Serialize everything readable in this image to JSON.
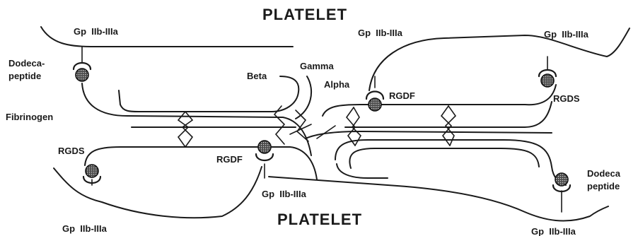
{
  "platelet_top": "PLATELET",
  "platelet_bottom": "PLATELET",
  "receptor_label": "Gp  IIb-IIIa",
  "chains": {
    "beta": "Beta",
    "gamma": "Gamma",
    "alpha": "Alpha"
  },
  "fibrinogen": "Fibrinogen",
  "peptides": {
    "dodeca_left_line1": "Dodeca-",
    "dodeca_left_line2": "peptide",
    "dodeca_right_line1": "Dodeca",
    "dodeca_right_line2": "peptide",
    "rgdf_top": "RGDF",
    "rgdf_bottom": "RGDF",
    "rgds_left": "RGDS",
    "rgds_right": "RGDS"
  },
  "colors": {
    "ink": "#1a1a1a",
    "background": "#ffffff"
  }
}
